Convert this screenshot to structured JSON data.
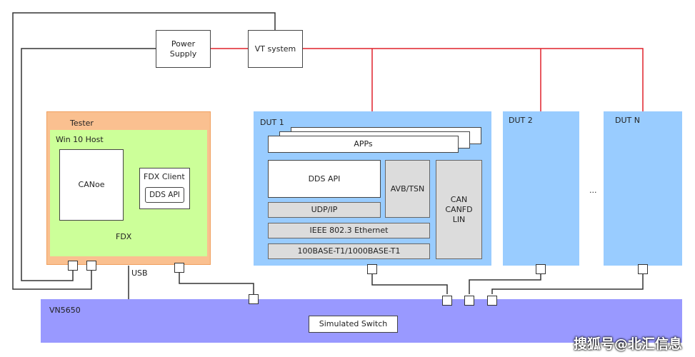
{
  "top": {
    "power_supply": "Power\nSupply",
    "vt_system": "VT system"
  },
  "tester": {
    "title": "Tester",
    "host": "Win 10 Host",
    "canoe": "CANoe",
    "fdx_client": "FDX Client",
    "dds_api": "DDS API",
    "fdx": "FDX",
    "usb": "USB"
  },
  "dut1": {
    "title": "DUT 1",
    "apps": "APPs",
    "dds_api": "DDS API",
    "avb_tsn": "AVB/TSN",
    "can": "CAN\nCANFD\nLIN",
    "udp_ip": "UDP/IP",
    "ethernet": "IEEE 802.3 Ethernet",
    "phy": "100BASE-T1/1000BASE-T1"
  },
  "dut2": {
    "title": "DUT 2"
  },
  "ellipsis": "...",
  "dutn": {
    "title": "DUT N"
  },
  "vn": {
    "title": "VN5650",
    "switch": "Simulated Switch"
  },
  "watermark": "搜狐号@北汇信息",
  "colors": {
    "tester_orange": "#fac090",
    "host_green": "#ccff99",
    "dut_blue": "#99ccff",
    "vn_purple": "#9999ff",
    "power_line": "#e0202a"
  }
}
